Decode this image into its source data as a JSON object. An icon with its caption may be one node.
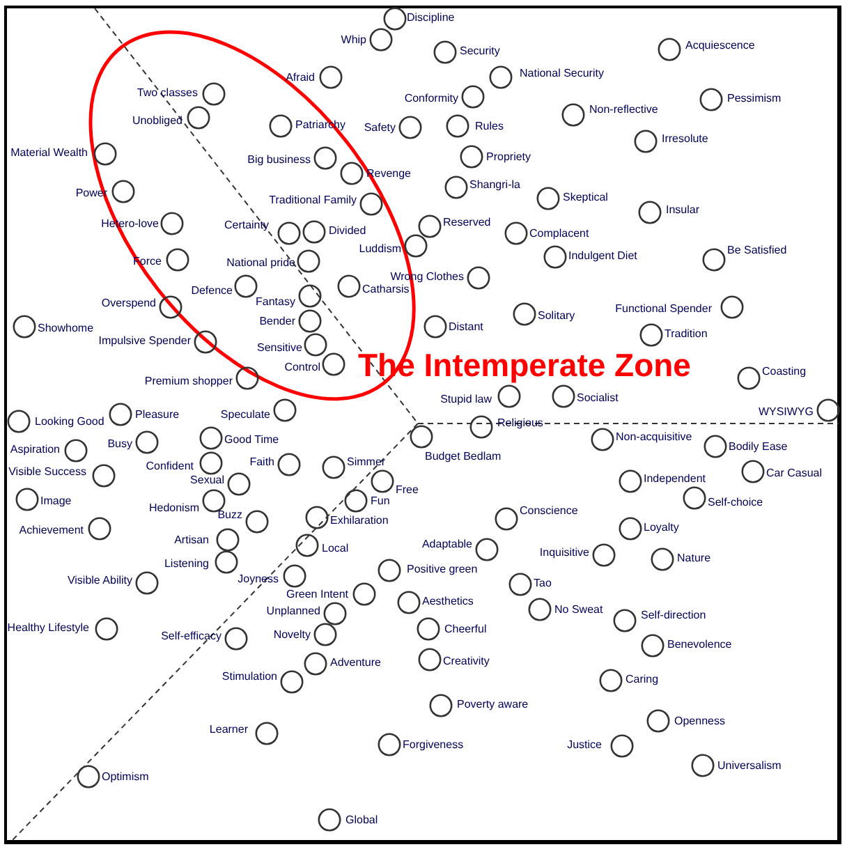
{
  "diagram": {
    "nodes": [
      {
        "text": [
          "The Intemperate Zone"
        ]
      },
      {
        "text": [],
        "shape": "circle",
        "beside": [
          "Discipline"
        ]
      },
      {
        "text": [],
        "shape": "circle",
        "beside": [
          "Whip"
        ]
      },
      {
        "text": [],
        "shape": "circle",
        "beside": [
          "Acquiescence"
        ]
      },
      {
        "text": [],
        "shape": "circle",
        "beside": [
          "Security"
        ]
      },
      {
        "text": [],
        "shape": "circle",
        "beside": [
          "Afraid"
        ]
      },
      {
        "text": [],
        "shape": "circle",
        "beside": [
          "National Security"
        ]
      },
      {
        "text": [],
        "shape": "circle",
        "beside": [
          "Two classes"
        ],
        "in": 0
      },
      {
        "text": [],
        "shape": "circle",
        "beside": [
          "Conformity"
        ]
      },
      {
        "text": [],
        "shape": "circle",
        "beside": [
          "Pessimism"
        ]
      },
      {
        "text": [],
        "shape": "circle",
        "beside": [
          "Non-reflective"
        ]
      },
      {
        "text": [],
        "shape": "circle",
        "beside": [
          "Unobliged"
        ],
        "in": 0
      },
      {
        "text": [],
        "shape": "circle",
        "beside": [
          "Rules"
        ]
      },
      {
        "text": [],
        "shape": "circle",
        "beside": [
          "Patriarchy"
        ],
        "in": 0
      },
      {
        "text": [],
        "shape": "circle",
        "beside": [
          "Safety"
        ]
      },
      {
        "text": [],
        "shape": "circle",
        "beside": [
          "Irresolute"
        ]
      },
      {
        "text": [],
        "shape": "circle",
        "beside": [
          "Material Wealth"
        ],
        "in": 0
      },
      {
        "text": [],
        "shape": "circle",
        "beside": [
          "Propriety"
        ]
      },
      {
        "text": [],
        "shape": "circle",
        "beside": [
          "Big business"
        ],
        "in": 0
      },
      {
        "text": [],
        "shape": "circle",
        "beside": [
          "Revenge"
        ],
        "in": 0
      },
      {
        "text": [],
        "shape": "circle",
        "beside": [
          "Shangri-la"
        ]
      },
      {
        "text": [],
        "shape": "circle",
        "beside": [
          "Power"
        ],
        "in": 0
      },
      {
        "text": [],
        "shape": "circle",
        "beside": [
          "Skeptical"
        ]
      },
      {
        "text": [],
        "shape": "circle",
        "beside": [
          "Traditional Family"
        ],
        "in": 0
      },
      {
        "text": [],
        "shape": "circle",
        "beside": [
          "Insular"
        ]
      },
      {
        "text": [],
        "shape": "circle",
        "beside": [
          "Hetero-love"
        ],
        "in": 0
      },
      {
        "text": [],
        "shape": "circle",
        "beside": [
          "Reserved"
        ]
      },
      {
        "text": [],
        "shape": "circle",
        "beside": [
          "Divided"
        ],
        "in": 0
      },
      {
        "text": [],
        "shape": "circle",
        "beside": [
          "Complacent"
        ]
      },
      {
        "text": [],
        "shape": "circle",
        "beside": [
          "Certainty"
        ],
        "in": 0
      },
      {
        "text": [],
        "shape": "circle",
        "beside": [
          "Luddism"
        ]
      },
      {
        "text": [],
        "shape": "circle",
        "beside": [
          "Indulgent Diet"
        ]
      },
      {
        "text": [],
        "shape": "circle",
        "beside": [
          "Be Satisfied"
        ]
      },
      {
        "text": [],
        "shape": "circle",
        "beside": [
          "Force"
        ],
        "in": 0
      },
      {
        "text": [],
        "shape": "circle",
        "beside": [
          "National pride"
        ],
        "in": 0
      },
      {
        "text": [],
        "shape": "circle",
        "beside": [
          "Wrong Clothes"
        ]
      },
      {
        "text": [],
        "shape": "circle",
        "beside": [
          "Defence"
        ],
        "in": 0
      },
      {
        "text": [],
        "shape": "circle",
        "beside": [
          "Catharsis"
        ],
        "in": 0
      },
      {
        "text": [],
        "shape": "circle",
        "beside": [
          "Fantasy"
        ],
        "in": 0
      },
      {
        "text": [],
        "shape": "circle",
        "beside": [
          "Overspend"
        ]
      },
      {
        "text": [],
        "shape": "circle",
        "beside": [
          "Functional Spender"
        ]
      },
      {
        "text": [],
        "shape": "circle",
        "beside": [
          "Solitary"
        ]
      },
      {
        "text": [],
        "shape": "circle",
        "beside": [
          "Bender"
        ],
        "in": 0
      },
      {
        "text": [],
        "shape": "circle",
        "beside": [
          "Showhome"
        ]
      },
      {
        "text": [],
        "shape": "circle",
        "beside": [
          "Distant"
        ]
      },
      {
        "text": [],
        "shape": "circle",
        "beside": [
          "Tradition"
        ]
      },
      {
        "text": [],
        "shape": "circle",
        "beside": [
          "Impulsive Spender"
        ]
      },
      {
        "text": [],
        "shape": "circle",
        "beside": [
          "Sensitive"
        ],
        "in": 0
      },
      {
        "text": [],
        "shape": "circle",
        "beside": [
          "Control"
        ],
        "in": 0
      },
      {
        "text": [],
        "shape": "circle",
        "beside": [
          "Socialist"
        ]
      },
      {
        "text": [],
        "shape": "circle",
        "beside": [
          "Coasting"
        ]
      },
      {
        "text": [],
        "shape": "circle",
        "beside": [
          "Premium shopper"
        ]
      },
      {
        "text": [],
        "shape": "circle",
        "beside": [
          "Stupid law"
        ]
      },
      {
        "text": [],
        "shape": "circle",
        "beside": [
          "Speculate"
        ]
      },
      {
        "text": [],
        "shape": "circle",
        "beside": [
          "WYSIWYG"
        ]
      },
      {
        "text": [],
        "shape": "circle",
        "beside": [
          "Pleasure"
        ]
      },
      {
        "text": [],
        "shape": "circle",
        "beside": [
          "Looking Good"
        ]
      },
      {
        "text": [],
        "shape": "circle",
        "beside": [
          "Religious"
        ]
      },
      {
        "text": [],
        "shape": "circle",
        "beside": [
          "Budget Bedlam"
        ]
      },
      {
        "text": [],
        "shape": "circle",
        "beside": [
          "Good Time"
        ]
      },
      {
        "text": [],
        "shape": "circle",
        "beside": [
          "Non-acquisitive"
        ]
      },
      {
        "text": [],
        "shape": "circle",
        "beside": [
          "Busy"
        ]
      },
      {
        "text": [],
        "shape": "circle",
        "beside": [
          "Bodily Ease"
        ]
      },
      {
        "text": [],
        "shape": "circle",
        "beside": [
          "Aspiration"
        ]
      },
      {
        "text": [],
        "shape": "circle",
        "beside": [
          "Confident"
        ]
      },
      {
        "text": [],
        "shape": "circle",
        "beside": [
          "Faith"
        ]
      },
      {
        "text": [],
        "shape": "circle",
        "beside": [
          "Simmer"
        ]
      },
      {
        "text": [],
        "shape": "circle",
        "beside": [
          "Car Casual"
        ]
      },
      {
        "text": [],
        "shape": "circle",
        "beside": [
          "Visible Success"
        ]
      },
      {
        "text": [],
        "shape": "circle",
        "beside": [
          "Independent"
        ]
      },
      {
        "text": [],
        "shape": "circle",
        "beside": [
          "Free"
        ]
      },
      {
        "text": [],
        "shape": "circle",
        "beside": [
          "Sexual"
        ]
      },
      {
        "text": [],
        "shape": "circle",
        "beside": [
          "Self-choice"
        ]
      },
      {
        "text": [],
        "shape": "circle",
        "beside": [
          "Image"
        ]
      },
      {
        "text": [],
        "shape": "circle",
        "beside": [
          "Hedonism"
        ]
      },
      {
        "text": [],
        "shape": "circle",
        "beside": [
          "Fun"
        ]
      },
      {
        "text": [],
        "shape": "circle",
        "beside": [
          "Exhilaration"
        ]
      },
      {
        "text": [],
        "shape": "circle",
        "beside": [
          "Conscience"
        ]
      },
      {
        "text": [],
        "shape": "circle",
        "beside": [
          "Buzz"
        ]
      },
      {
        "text": [],
        "shape": "circle",
        "beside": [
          "Loyalty"
        ]
      },
      {
        "text": [],
        "shape": "circle",
        "beside": [
          "Achievement"
        ]
      },
      {
        "text": [],
        "shape": "circle",
        "beside": [
          "Artisan"
        ]
      },
      {
        "text": [],
        "shape": "circle",
        "beside": [
          "Local"
        ]
      },
      {
        "text": [],
        "shape": "circle",
        "beside": [
          "Adaptable"
        ]
      },
      {
        "text": [],
        "shape": "circle",
        "beside": [
          "Inquisitive"
        ]
      },
      {
        "text": [],
        "shape": "circle",
        "beside": [
          "Nature"
        ]
      },
      {
        "text": [],
        "shape": "circle",
        "beside": [
          "Listening"
        ]
      },
      {
        "text": [],
        "shape": "circle",
        "beside": [
          "Positive green"
        ]
      },
      {
        "text": [],
        "shape": "circle",
        "beside": [
          "Joyness"
        ]
      },
      {
        "text": [],
        "shape": "circle",
        "beside": [
          "Visible Ability"
        ]
      },
      {
        "text": [],
        "shape": "circle",
        "beside": [
          "Tao"
        ]
      },
      {
        "text": [],
        "shape": "circle",
        "beside": [
          "Green Intent"
        ]
      },
      {
        "text": [],
        "shape": "circle",
        "beside": [
          "Aesthetics"
        ]
      },
      {
        "text": [],
        "shape": "circle",
        "beside": [
          "No Sweat"
        ]
      },
      {
        "text": [],
        "shape": "circle",
        "beside": [
          "Unplanned"
        ]
      },
      {
        "text": [],
        "shape": "circle",
        "beside": [
          "Self-direction"
        ]
      },
      {
        "text": [],
        "shape": "circle",
        "beside": [
          "Healthy Lifestyle"
        ]
      },
      {
        "text": [],
        "shape": "circle",
        "beside": [
          "Cheerful"
        ]
      },
      {
        "text": [],
        "shape": "circle",
        "beside": [
          "Novelty"
        ]
      },
      {
        "text": [],
        "shape": "circle",
        "beside": [
          "Self-efficacy"
        ]
      },
      {
        "text": [],
        "shape": "circle",
        "beside": [
          "Benevolence"
        ]
      },
      {
        "text": [],
        "shape": "circle",
        "beside": [
          "Creativity"
        ]
      },
      {
        "text": [],
        "shape": "circle",
        "beside": [
          "Adventure"
        ]
      },
      {
        "text": [],
        "shape": "circle",
        "beside": [
          "Caring"
        ]
      },
      {
        "text": [],
        "shape": "circle",
        "beside": [
          "Stimulation"
        ]
      },
      {
        "text": [],
        "shape": "circle",
        "beside": [
          "Poverty aware"
        ]
      },
      {
        "text": [],
        "shape": "circle",
        "beside": [
          "Openness"
        ]
      },
      {
        "text": [],
        "shape": "circle",
        "beside": [
          "Learner"
        ]
      },
      {
        "text": [],
        "shape": "circle",
        "beside": [
          "Forgiveness"
        ]
      },
      {
        "text": [],
        "shape": "circle",
        "beside": [
          "Justice"
        ]
      },
      {
        "text": [],
        "shape": "circle",
        "beside": [
          "Universalism"
        ]
      },
      {
        "text": [],
        "shape": "circle",
        "beside": [
          "Optimism"
        ]
      },
      {
        "text": [],
        "shape": "circle",
        "beside": [
          "Global"
        ]
      }
    ]
  }
}
